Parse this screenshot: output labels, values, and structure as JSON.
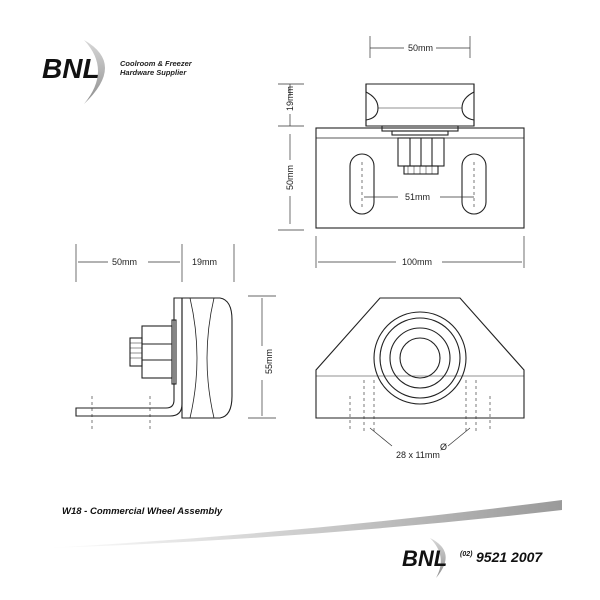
{
  "header": {
    "logo_text": "BNL",
    "tagline_line1": "Coolroom & Freezer",
    "tagline_line2": "Hardware Supplier"
  },
  "dimensions": {
    "top_width": "50mm",
    "top_height": "19mm",
    "plate_height": "50mm",
    "slot_spacing": "51mm",
    "plate_width": "100mm",
    "side_width": "50mm",
    "side_wheel": "19mm",
    "side_height": "55mm",
    "slot_size": "28 x 11mm",
    "diameter_symbol": "Ø"
  },
  "footer": {
    "caption": "W18 - Commercial Wheel Assembly",
    "logo_text": "BNL",
    "area_code": "(02)",
    "phone": "9521 2007"
  },
  "colors": {
    "ink": "#222222",
    "swoosh": "#9a9a9a",
    "swoosh_light": "#c8c8c8"
  }
}
